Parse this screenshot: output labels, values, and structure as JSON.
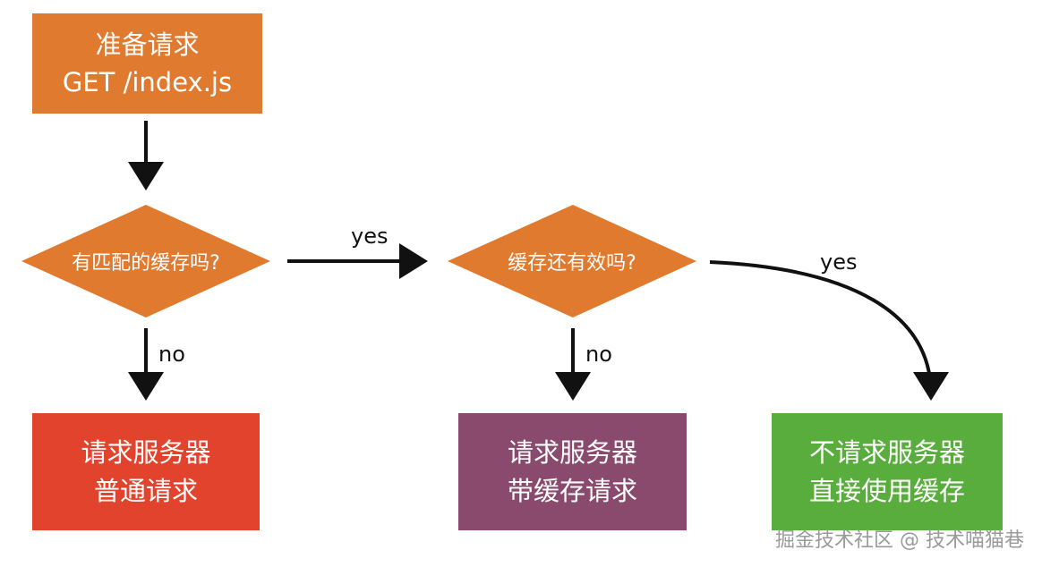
{
  "nodes": {
    "start": {
      "line1": "准备请求",
      "line2": "GET /index.js",
      "color": "#e07a2f"
    },
    "decision_match": {
      "label": "有匹配的缓存吗?",
      "color": "#e07a2f"
    },
    "decision_valid": {
      "label": "缓存还有效吗?",
      "color": "#e07a2f"
    },
    "normal_request": {
      "line1": "请求服务器",
      "line2": "普通请求",
      "color": "#e2432c"
    },
    "cached_request": {
      "line1": "请求服务器",
      "line2": "带缓存请求",
      "color": "#8a4a6e"
    },
    "use_cache": {
      "line1": "不请求服务器",
      "line2": "直接使用缓存",
      "color": "#58ad3c"
    }
  },
  "edges": {
    "match_yes": "yes",
    "match_no": "no",
    "valid_yes": "yes",
    "valid_no": "no"
  },
  "watermark": "掘金技术社区 @ 技术喵猫巷"
}
